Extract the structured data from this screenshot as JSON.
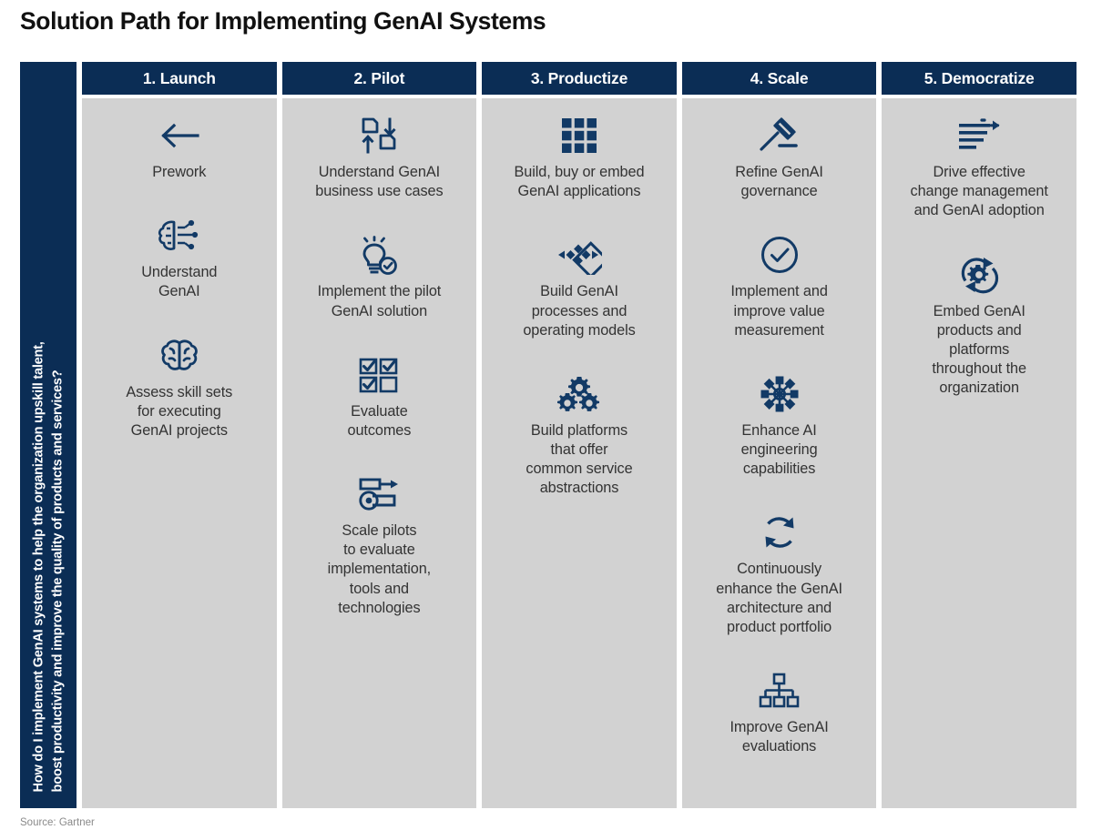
{
  "title": "Solution Path for Implementing GenAI Systems",
  "question": {
    "line1": "How do I implement GenAI systems to help the organization upskill talent,",
    "line2": "boost productivity and improve the quality of products and services?"
  },
  "source": "Source: Gartner",
  "colors": {
    "navy": "#0b2d55",
    "icon_navy": "#123a66",
    "panel_gray": "#d2d2d2",
    "title_black": "#111111"
  },
  "columns": [
    {
      "header": "1. Launch",
      "items": [
        {
          "icon": "arrow-left-icon",
          "label": "Prework"
        },
        {
          "icon": "brain-circuit-icon",
          "label": "Understand\nGenAI"
        },
        {
          "icon": "brain-icon",
          "label": "Assess skill sets\nfor executing\nGenAI projects"
        }
      ]
    },
    {
      "header": "2. Pilot",
      "items": [
        {
          "icon": "document-exchange-icon",
          "label": "Understand GenAI\nbusiness use cases"
        },
        {
          "icon": "lightbulb-check-icon",
          "label": "Implement the pilot\nGenAI solution"
        },
        {
          "icon": "checkbox-grid-icon",
          "label": "Evaluate\noutcomes"
        },
        {
          "icon": "sliders-wrench-icon",
          "label": "Scale pilots\nto evaluate\nimplementation,\ntools and\ntechnologies"
        }
      ]
    },
    {
      "header": "3. Productize",
      "items": [
        {
          "icon": "grid-squares-icon",
          "label": "Build, buy or embed\nGenAI applications"
        },
        {
          "icon": "diamond-arrows-icon",
          "label": "Build GenAI\nprocesses and\noperating models"
        },
        {
          "icon": "gears-icon",
          "label": "Build platforms\nthat offer\ncommon service\nabstractions"
        }
      ]
    },
    {
      "header": "4. Scale",
      "items": [
        {
          "icon": "gavel-icon",
          "label": "Refine GenAI\ngovernance"
        },
        {
          "icon": "circle-check-icon",
          "label": "Implement and\nimprove value\nmeasurement"
        },
        {
          "icon": "network-hub-icon",
          "label": "Enhance AI\nengineering\ncapabilities"
        },
        {
          "icon": "refresh-cycle-icon",
          "label": "Continuously\nenhance the GenAI\narchitecture and\nproduct portfolio"
        },
        {
          "icon": "hierarchy-icon",
          "label": "Improve GenAI\nevaluations"
        }
      ]
    },
    {
      "header": "5. Democratize",
      "items": [
        {
          "icon": "lines-arrow-icon",
          "label": "Drive effective\nchange management\nand GenAI adoption"
        },
        {
          "icon": "gear-cycle-icon",
          "label": "Embed GenAI\nproducts and\nplatforms\nthroughout the\norganization"
        }
      ]
    }
  ]
}
